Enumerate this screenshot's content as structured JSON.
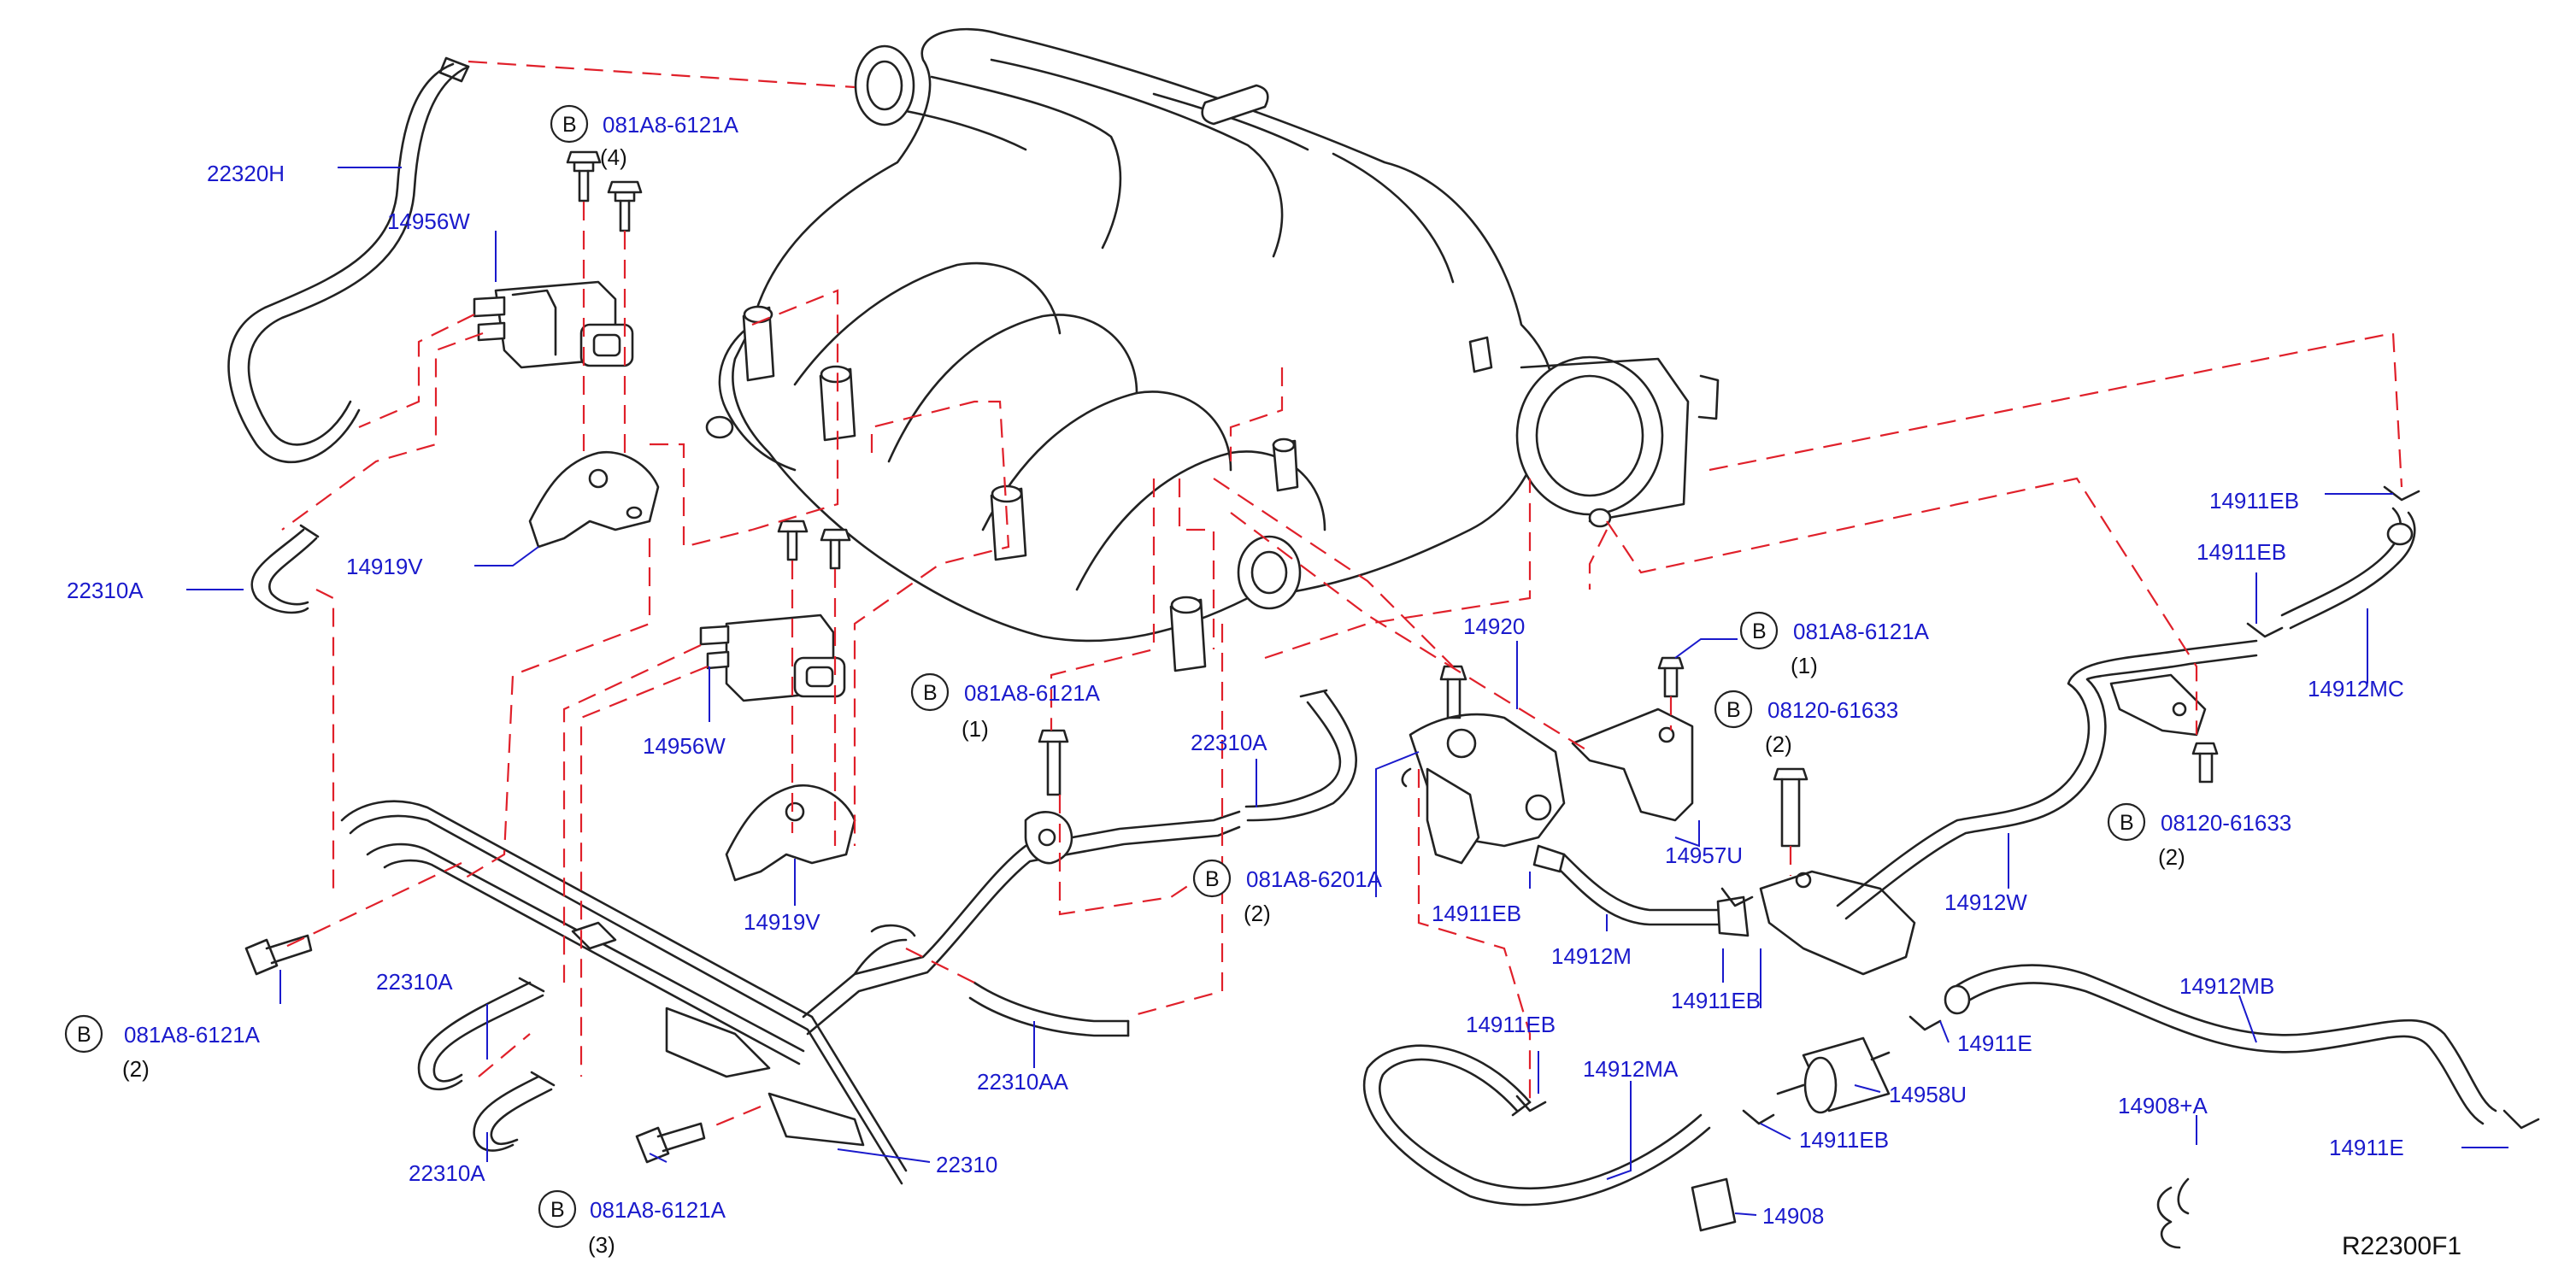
{
  "diagram": {
    "reference_code": "R22300F1",
    "bolt_symbol": "B",
    "colors": {
      "label": "#1a1acc",
      "dash_line": "#e0202a",
      "line_art": "#222222"
    },
    "callouts": [
      {
        "id": "22320H",
        "text": "22320H"
      },
      {
        "id": "081A8-6121A-top",
        "text": "081A8-6121A",
        "qty": "(4)",
        "bolt": true
      },
      {
        "id": "14956W-top",
        "text": "14956W"
      },
      {
        "id": "14919V-top",
        "text": "14919V"
      },
      {
        "id": "22310A-left",
        "text": "22310A"
      },
      {
        "id": "14956W-mid",
        "text": "14956W"
      },
      {
        "id": "14919V-mid",
        "text": "14919V"
      },
      {
        "id": "081A8-6121A-mid",
        "text": "081A8-6121A",
        "qty": "(1)",
        "bolt": true
      },
      {
        "id": "22310A-center",
        "text": "22310A"
      },
      {
        "id": "081A8-6201A",
        "text": "081A8-6201A",
        "qty": "(2)",
        "bolt": true
      },
      {
        "id": "081A8-6121A-left",
        "text": "081A8-6121A",
        "qty": "(2)",
        "bolt": true
      },
      {
        "id": "22310A-lower1",
        "text": "22310A"
      },
      {
        "id": "22310A-lower2",
        "text": "22310A"
      },
      {
        "id": "22310AA",
        "text": "22310AA"
      },
      {
        "id": "22310",
        "text": "22310"
      },
      {
        "id": "081A8-6121A-bottom",
        "text": "081A8-6121A",
        "qty": "(3)",
        "bolt": true
      },
      {
        "id": "14920",
        "text": "14920"
      },
      {
        "id": "081A8-6121A-right",
        "text": "081A8-6121A",
        "qty": "(1)",
        "bolt": true
      },
      {
        "id": "08120-61633-a",
        "text": "08120-61633",
        "qty": "(2)",
        "bolt": true
      },
      {
        "id": "14957U",
        "text": "14957U"
      },
      {
        "id": "14911EB-a",
        "text": "14911EB"
      },
      {
        "id": "14912M",
        "text": "14912M"
      },
      {
        "id": "14911EB-b",
        "text": "14911EB"
      },
      {
        "id": "14912W",
        "text": "14912W"
      },
      {
        "id": "14911EB-c",
        "text": "14911EB"
      },
      {
        "id": "14911EB-d",
        "text": "14911EB"
      },
      {
        "id": "14912MC",
        "text": "14912MC"
      },
      {
        "id": "08120-61633-b",
        "text": "08120-61633",
        "qty": "(2)",
        "bolt": true
      },
      {
        "id": "14911EB-e",
        "text": "14911EB"
      },
      {
        "id": "14912MA",
        "text": "14912MA"
      },
      {
        "id": "14912MB",
        "text": "14912MB"
      },
      {
        "id": "14911E-a",
        "text": "14911E"
      },
      {
        "id": "14958U",
        "text": "14958U"
      },
      {
        "id": "14911EB-f",
        "text": "14911EB"
      },
      {
        "id": "14908+A",
        "text": "14908+A"
      },
      {
        "id": "14911E-b",
        "text": "14911E"
      },
      {
        "id": "14908",
        "text": "14908"
      }
    ]
  }
}
